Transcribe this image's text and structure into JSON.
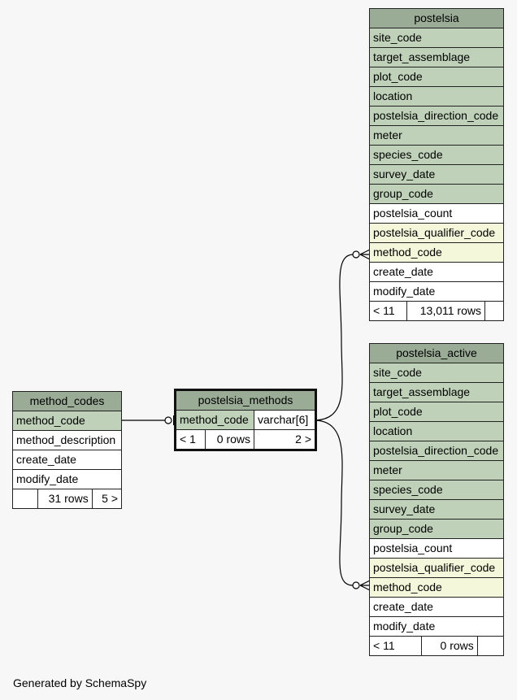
{
  "tables": {
    "postelsia": {
      "title": "postelsia",
      "columns": [
        {
          "name": "site_code",
          "kind": "pk"
        },
        {
          "name": "target_assemblage",
          "kind": "pk"
        },
        {
          "name": "plot_code",
          "kind": "pk"
        },
        {
          "name": "location",
          "kind": "pk"
        },
        {
          "name": "postelsia_direction_code",
          "kind": "pk"
        },
        {
          "name": "meter",
          "kind": "pk"
        },
        {
          "name": "species_code",
          "kind": "pk"
        },
        {
          "name": "survey_date",
          "kind": "pk"
        },
        {
          "name": "group_code",
          "kind": "pk"
        },
        {
          "name": "postelsia_count",
          "kind": "plain"
        },
        {
          "name": "postelsia_qualifier_code",
          "kind": "fk"
        },
        {
          "name": "method_code",
          "kind": "fk"
        },
        {
          "name": "create_date",
          "kind": "plain"
        },
        {
          "name": "modify_date",
          "kind": "plain"
        }
      ],
      "footer": {
        "parents": "< 11",
        "rows": "13,011 rows",
        "children": ""
      }
    },
    "postelsia_active": {
      "title": "postelsia_active",
      "columns": [
        {
          "name": "site_code",
          "kind": "pk"
        },
        {
          "name": "target_assemblage",
          "kind": "pk"
        },
        {
          "name": "plot_code",
          "kind": "pk"
        },
        {
          "name": "location",
          "kind": "pk"
        },
        {
          "name": "postelsia_direction_code",
          "kind": "pk"
        },
        {
          "name": "meter",
          "kind": "pk"
        },
        {
          "name": "species_code",
          "kind": "pk"
        },
        {
          "name": "survey_date",
          "kind": "pk"
        },
        {
          "name": "group_code",
          "kind": "pk"
        },
        {
          "name": "postelsia_count",
          "kind": "plain"
        },
        {
          "name": "postelsia_qualifier_code",
          "kind": "fk"
        },
        {
          "name": "method_code",
          "kind": "fk"
        },
        {
          "name": "create_date",
          "kind": "plain"
        },
        {
          "name": "modify_date",
          "kind": "plain"
        }
      ],
      "footer": {
        "parents": "< 11",
        "rows": "0 rows",
        "children": ""
      }
    },
    "method_codes": {
      "title": "method_codes",
      "columns": [
        {
          "name": "method_code",
          "kind": "pk"
        },
        {
          "name": "method_description",
          "kind": "plain"
        },
        {
          "name": "create_date",
          "kind": "plain"
        },
        {
          "name": "modify_date",
          "kind": "plain"
        }
      ],
      "footer": {
        "parents": "",
        "rows": "31 rows",
        "children": "5 >"
      }
    },
    "postelsia_methods": {
      "title": "postelsia_methods",
      "column": {
        "name": "method_code",
        "type": "varchar[6]"
      },
      "footer": {
        "parents": "< 1",
        "rows": "0 rows",
        "children": "2 >"
      }
    }
  },
  "colors": {
    "header": "#9aab96",
    "key": "#bfd1b8",
    "foreign": "#f4f7da"
  },
  "footer_text": "Generated by SchemaSpy"
}
